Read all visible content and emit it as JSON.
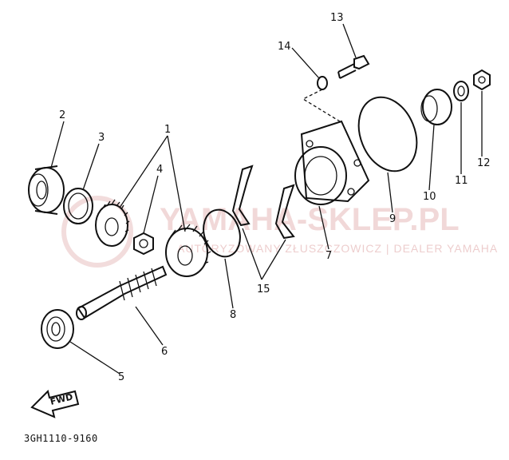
{
  "diagram": {
    "reference_code": "3GH1110-9160",
    "forward_label": "FWD",
    "watermark": {
      "brand": "YAMAHA-SKLEP.PL",
      "tagline": "AUTORYZOWANY ZŁUSZCZOWICZ | DEALER YAMAHA"
    },
    "callouts": [
      {
        "id": "1",
        "label": "1"
      },
      {
        "id": "2",
        "label": "2"
      },
      {
        "id": "3",
        "label": "3"
      },
      {
        "id": "4",
        "label": "4"
      },
      {
        "id": "5",
        "label": "5"
      },
      {
        "id": "6",
        "label": "6"
      },
      {
        "id": "7",
        "label": "7"
      },
      {
        "id": "8",
        "label": "8"
      },
      {
        "id": "9",
        "label": "9"
      },
      {
        "id": "10",
        "label": "10"
      },
      {
        "id": "11",
        "label": "11"
      },
      {
        "id": "12",
        "label": "12"
      },
      {
        "id": "13",
        "label": "13"
      },
      {
        "id": "14",
        "label": "14"
      },
      {
        "id": "15",
        "label": "15"
      }
    ],
    "colors": {
      "line": "#111111",
      "watermark": "#e6b9b9"
    }
  }
}
